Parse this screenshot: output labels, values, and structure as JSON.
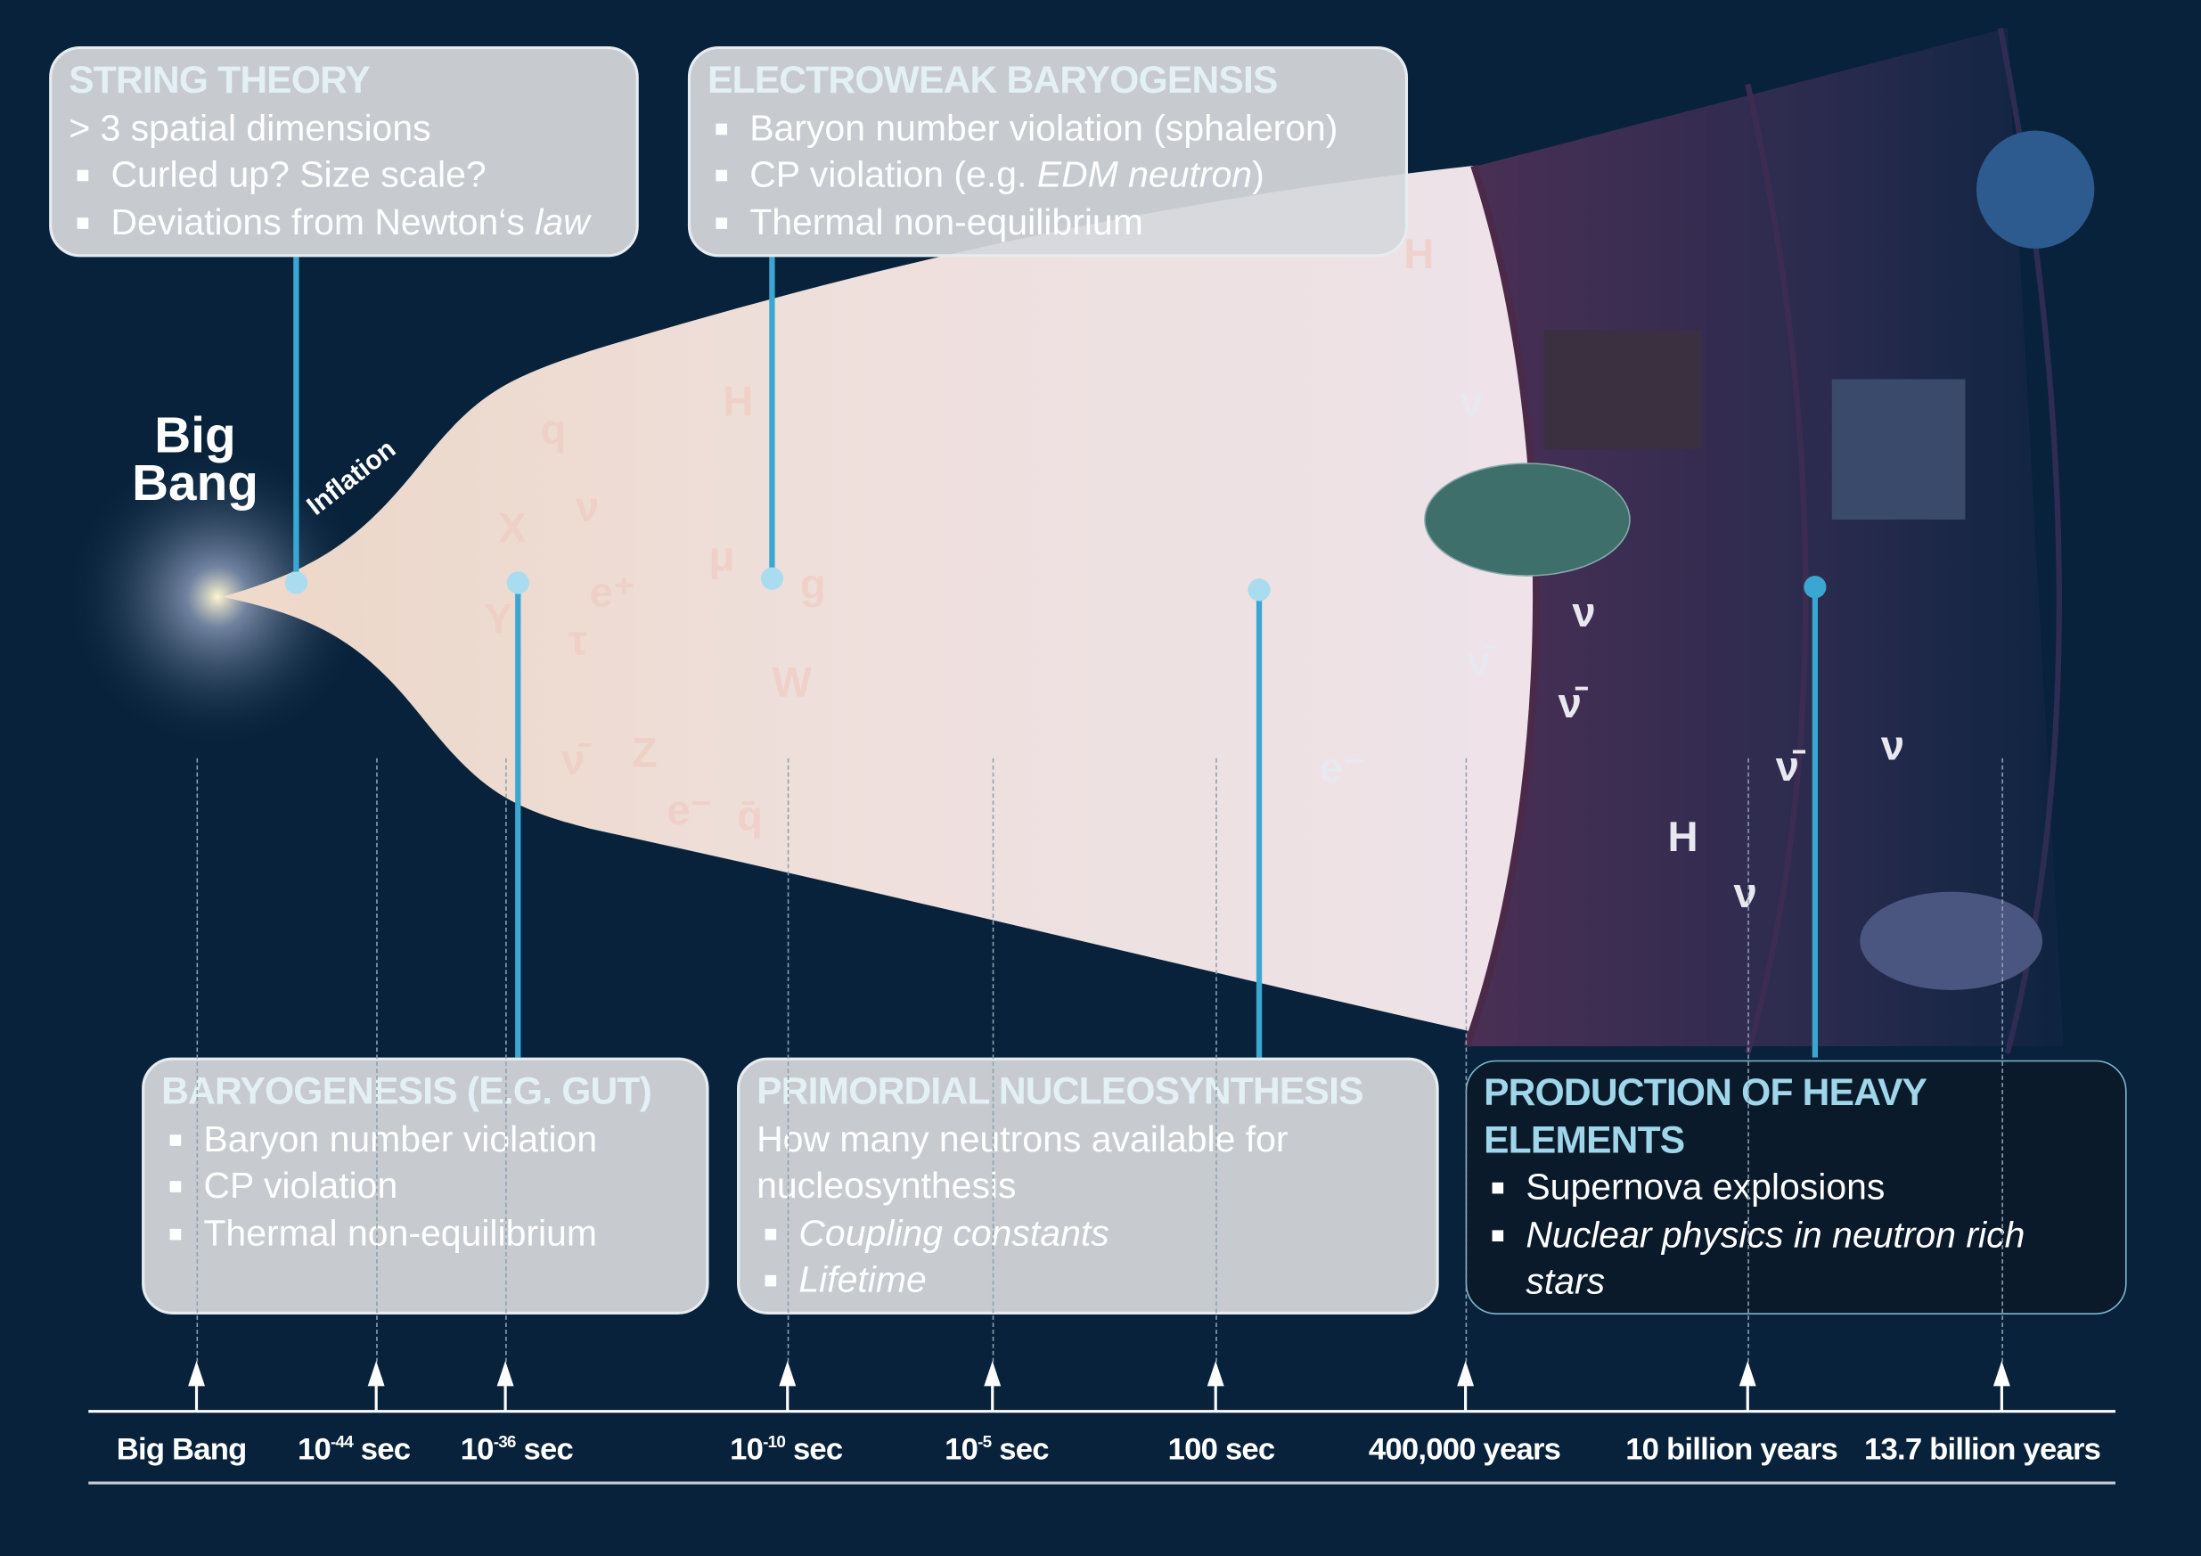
{
  "big_bang_label": [
    "Big",
    "Bang"
  ],
  "inflation_label": "Inflation",
  "boxes": {
    "string_theory": {
      "title": "STRING THEORY",
      "lead": "> 3 spatial dimensions",
      "items": [
        "Curled up?  Size scale?",
        "Deviations from Newton‘s "
      ],
      "italic_tail": "law"
    },
    "electroweak": {
      "title": "ELECTROWEAK BARYOGENSIS",
      "items": [
        "Baryon number violation (sphaleron)",
        "CP violation (e.g. ",
        "Thermal non-equilibrium"
      ],
      "italic": "EDM neutron",
      "close": ")"
    },
    "baryogenesis": {
      "title": "BARYOGENESIS (E.G. GUT)",
      "items": [
        "Baryon number violation",
        "CP violation",
        "Thermal non-equilibrium"
      ]
    },
    "nucleosynthesis": {
      "title": "PRIMORDIAL NUCLEOSYNTHESIS",
      "lead": "How many neutrons available for nucleosynthesis",
      "items": [
        "Coupling constants",
        "Lifetime"
      ]
    },
    "heavy_elements": {
      "title": "PRODUCTION OF HEAVY ELEMENTS",
      "items": [
        "Supernova explosions",
        "Nuclear physics in neutron rich stars"
      ]
    }
  },
  "timeline": {
    "labels": [
      {
        "base": "Big Bang",
        "exp": "",
        "unit": ""
      },
      {
        "base": "10",
        "exp": "-44",
        "unit": " sec"
      },
      {
        "base": "10",
        "exp": "-36",
        "unit": " sec"
      },
      {
        "base": "10",
        "exp": "-10",
        "unit": " sec"
      },
      {
        "base": "10",
        "exp": "-5",
        "unit": " sec"
      },
      {
        "base": "100 sec",
        "exp": "",
        "unit": ""
      },
      {
        "base": "400,000 years",
        "exp": "",
        "unit": ""
      },
      {
        "base": "10 billion years",
        "exp": "",
        "unit": ""
      },
      {
        "base": "13.7 billion years",
        "exp": "",
        "unit": ""
      }
    ]
  },
  "particles": [
    "X",
    "Y",
    "q",
    "ν",
    "e⁺",
    "τ",
    "H",
    "g",
    "μ",
    "W",
    "Z",
    "e⁻",
    "q̄",
    "ν̄",
    "H",
    "ν",
    "ν̄",
    "e⁻",
    "ν",
    "ν̄",
    "H",
    "ν",
    "ν̄",
    "ν"
  ],
  "colors": {
    "background": "#07223a",
    "connector": "#3aa7d2",
    "box": "#d6d8dc",
    "dark_region": "#3a2a4e"
  }
}
